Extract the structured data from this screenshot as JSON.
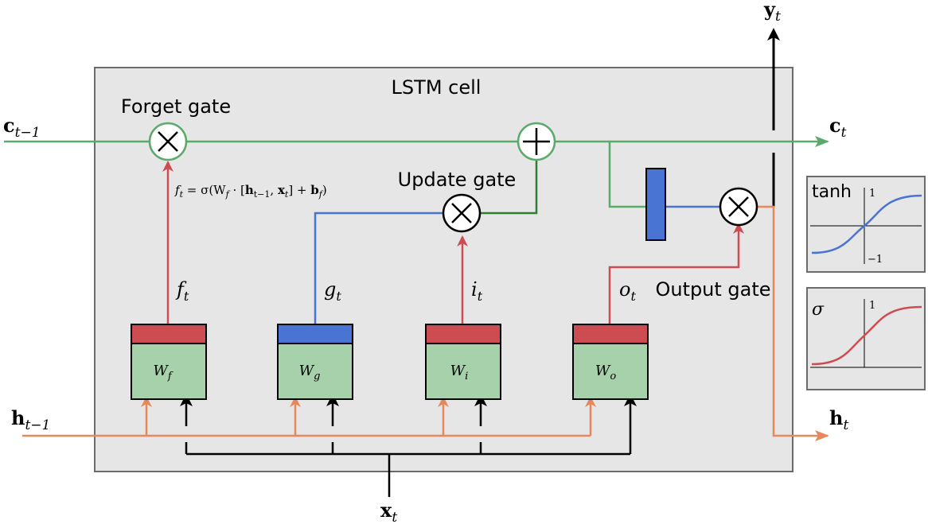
{
  "cell": {
    "title": "LSTM cell"
  },
  "inputs": {
    "c_prev": {
      "main": "c",
      "sub": "t−1"
    },
    "h_prev": {
      "main": "h",
      "sub": "t−1"
    },
    "x": {
      "main": "x",
      "sub": "t"
    }
  },
  "outputs": {
    "c_next": {
      "main": "c",
      "sub": "t"
    },
    "h_next": {
      "main": "h",
      "sub": "t"
    },
    "y": {
      "main": "y",
      "sub": "t"
    }
  },
  "gates": {
    "forget": {
      "label": "Forget gate",
      "signal": "f",
      "sub": "t",
      "weight": "W",
      "weight_sub": "f"
    },
    "candidate": {
      "signal": "g",
      "sub": "t",
      "weight": "W",
      "weight_sub": "g"
    },
    "update": {
      "label": "Update gate",
      "signal": "i",
      "sub": "t",
      "weight": "W",
      "weight_sub": "i"
    },
    "output": {
      "label": "Output gate",
      "signal": "o",
      "sub": "t",
      "weight": "W",
      "weight_sub": "o"
    }
  },
  "equation": {
    "lhs": "f",
    "lhs_sub": "t",
    "rhs_a": " = σ(W",
    "rhs_a_sub": "f",
    "rhs_b": " · [",
    "h": "h",
    "h_sub": "t−1",
    "comma": ", ",
    "x": "x",
    "x_sub": "t",
    "rhs_c": "] + ",
    "b": "b",
    "b_sub": "f",
    "rhs_d": ")"
  },
  "panels": {
    "tanh": {
      "name": "tanh",
      "top": "1",
      "bottom": "−1"
    },
    "sigmoid": {
      "name": "σ",
      "top": "1"
    }
  },
  "colors": {
    "green": "#5aaa6a",
    "dark_green": "#2e7d32",
    "blue": "#4a74d4",
    "red": "#cc4c52",
    "orange": "#e8885a",
    "box_fill": "#e6e6e6",
    "weight_fill": "#a7d1aa"
  }
}
